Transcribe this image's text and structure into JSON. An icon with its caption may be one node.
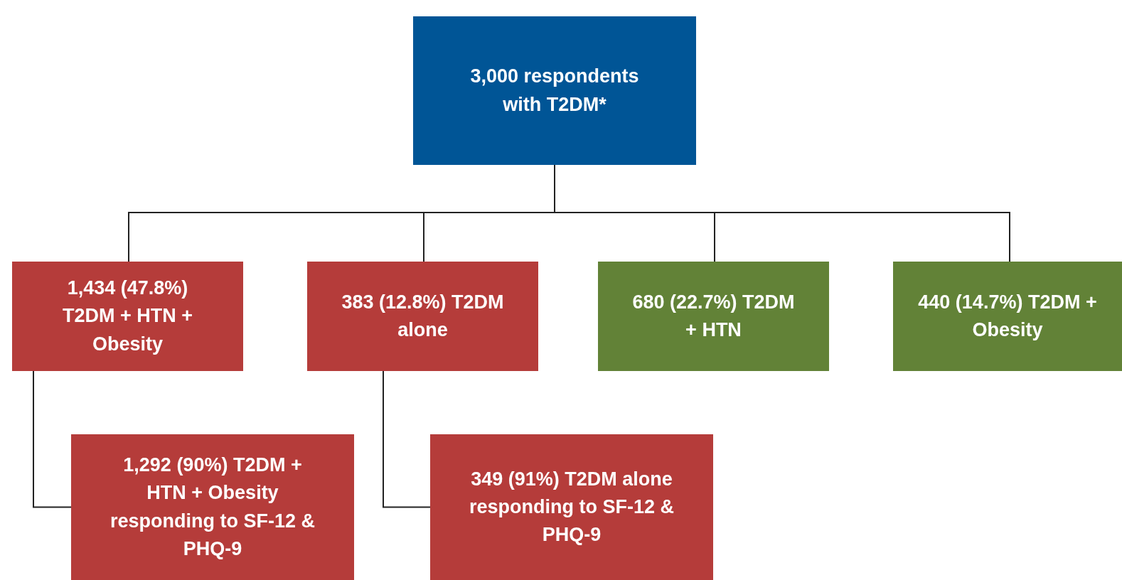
{
  "diagram": {
    "nodes": [
      {
        "text": [
          "3,000 respondents with T2DM*"
        ]
      },
      {
        "text": [
          "1,434 (47.8%) T2DM + HTN + Obesity"
        ]
      },
      {
        "text": [
          "383 (12.8%) T2DM alone"
        ]
      },
      {
        "text": [
          "680 (22.7%) T2DM + HTN"
        ]
      },
      {
        "text": [
          "440 (14.7%) T2DM + Obesity"
        ]
      },
      {
        "text": [
          "1,292 (90%) T2DM + HTN + Obesity responding to SF-12 & PHQ-9"
        ]
      },
      {
        "text": [
          "349 (91%) T2DM alone responding to SF-12 & PHQ-9"
        ]
      }
    ],
    "edges": [
      {
        "from": 0,
        "to": 1,
        "arrow": "none"
      },
      {
        "from": 0,
        "to": 2,
        "arrow": "none"
      },
      {
        "from": 0,
        "to": 3,
        "arrow": "none"
      },
      {
        "from": 0,
        "to": 4,
        "arrow": "none"
      },
      {
        "from": 1,
        "to": 5,
        "arrow": "none"
      },
      {
        "from": 2,
        "to": 6,
        "arrow": "none"
      }
    ]
  }
}
